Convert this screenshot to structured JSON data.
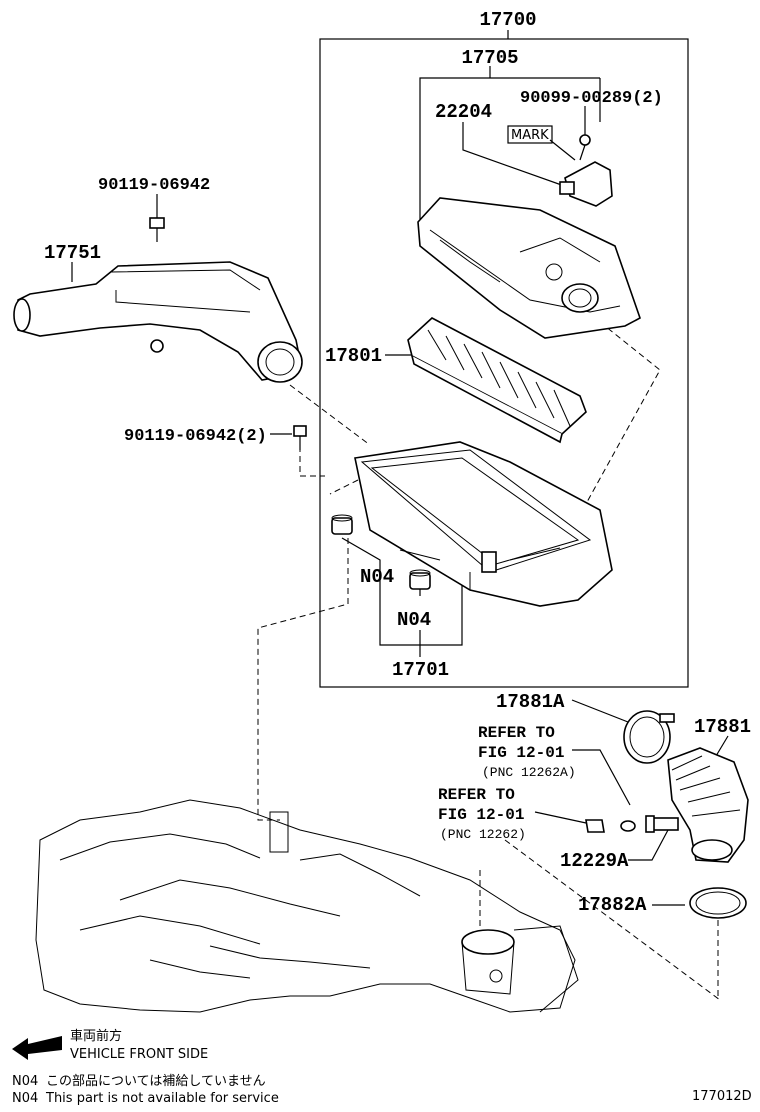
{
  "diagram": {
    "parts": {
      "p17700": "17700",
      "p17705": "17705",
      "p22204": "22204",
      "p90099": "90099-00289(2)",
      "mark": "MARK",
      "p90119a": "90119-06942",
      "p17751": "17751",
      "p17801": "17801",
      "p90119b": "90119-06942(2)",
      "n04a": "N04",
      "n04b": "N04",
      "p17701": "17701",
      "p17881a": "17881A",
      "p17881": "17881",
      "p12229a": "12229A",
      "p17882a": "17882A"
    },
    "refs": {
      "ref1_line1": "REFER TO",
      "ref1_line2": "FIG 12-01",
      "ref1_pnc": "(PNC 12262A)",
      "ref2_line1": "REFER TO",
      "ref2_line2": "FIG 12-01",
      "ref2_pnc": "(PNC 12262)"
    },
    "legend": {
      "front_jp": "車両前方",
      "front_en": "VEHICLE FRONT SIDE",
      "note_code_jp": "N04",
      "note_jp": "この部品については補給していません",
      "note_code_en": "N04",
      "note_en": "This part is not available for service"
    },
    "figure_id": "177012D"
  }
}
